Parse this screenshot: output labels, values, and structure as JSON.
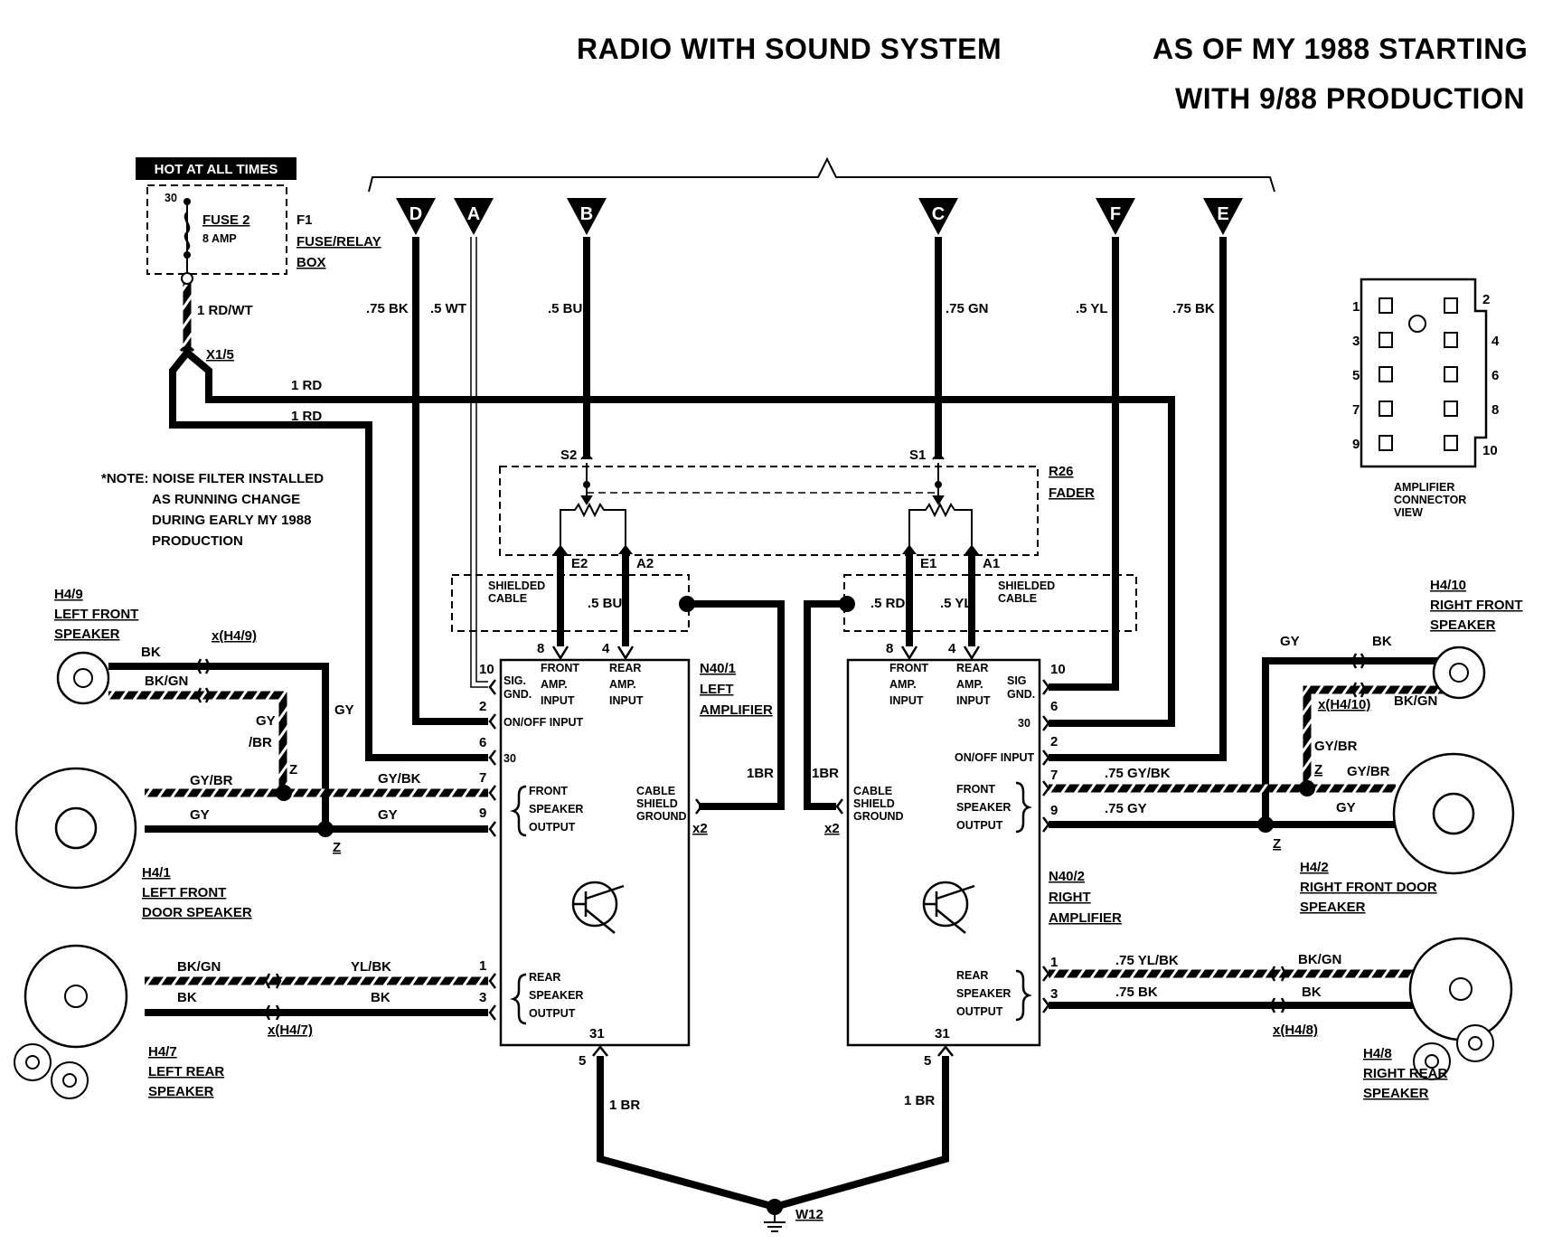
{
  "header": {
    "title": "RADIO WITH SOUND SYSTEM",
    "applicability_line1": "AS OF MY 1988 STARTING",
    "applicability_line2": "WITH 9/88 PRODUCTION"
  },
  "power": {
    "hot_banner": "HOT AT ALL TIMES",
    "terminal": "30",
    "fuse_name": "FUSE 2",
    "fuse_rating": "8 AMP",
    "box_id": "F1",
    "box_line1": "FUSE/RELAY",
    "box_line2": "BOX",
    "feed_wire": "1 RD/WT",
    "connector": "X1/5",
    "branch_wire_top": "1 RD",
    "branch_wire_bottom": "1 RD"
  },
  "note": {
    "line1": "*NOTE: NOISE FILTER INSTALLED",
    "line2": "AS RUNNING CHANGE",
    "line3": "DURING EARLY MY 1988",
    "line4": "PRODUCTION"
  },
  "radio_connectors": [
    {
      "letter": "D",
      "wire": ".75 BK"
    },
    {
      "letter": "A",
      "wire": ".5 WT"
    },
    {
      "letter": "B",
      "wire": ".5 BU"
    },
    {
      "letter": "C",
      "wire": ".75 GN"
    },
    {
      "letter": "F",
      "wire": ".5 YL"
    },
    {
      "letter": "E",
      "wire": ".75 BK"
    }
  ],
  "fader": {
    "id": "R26",
    "name": "FADER",
    "s2": "S2",
    "s1": "S1",
    "e2": "E2",
    "a2": "A2",
    "e1": "E1",
    "a1": "A1",
    "shield_label_l1": "SHIELDED",
    "shield_label_l2": "CABLE",
    "left_wire": ".5 BU",
    "right_wire_1": ".5 RD",
    "right_wire_2": ".5 YL"
  },
  "left_amp": {
    "id": "N40/1",
    "name_l1": "LEFT",
    "name_l2": "AMPLIFIER",
    "pin_front_in": "8",
    "pin_rear_in": "4",
    "front_in_l1": "FRONT",
    "front_in_l2": "AMP.",
    "front_in_l3": "INPUT",
    "rear_in_l1": "REAR",
    "rear_in_l2": "AMP.",
    "rear_in_l3": "INPUT",
    "pin10": "10",
    "sig_gnd_l1": "SIG.",
    "sig_gnd_l2": "GND.",
    "pin2": "2",
    "onoff": "ON/OFF INPUT",
    "pin6": "6",
    "pin30": "30",
    "pin7": "7",
    "pin9": "9",
    "front_out_l1": "FRONT",
    "front_out_l2": "SPEAKER",
    "front_out_l3": "OUTPUT",
    "cable_l1": "CABLE",
    "cable_l2": "SHIELD",
    "cable_l3": "GROUND",
    "shield_wire": "1BR",
    "x2": "x2",
    "pin1": "1",
    "pin3": "3",
    "rear_out_l1": "REAR",
    "rear_out_l2": "SPEAKER",
    "rear_out_l3": "OUTPUT",
    "pin31": "31",
    "pin5": "5",
    "ground_wire": "1 BR"
  },
  "right_amp": {
    "id": "N40/2",
    "name_l1": "RIGHT",
    "name_l2": "AMPLIFIER",
    "pin_front_in": "8",
    "pin_rear_in": "4",
    "front_in_l1": "FRONT",
    "front_in_l2": "AMP.",
    "front_in_l3": "INPUT",
    "rear_in_l1": "REAR",
    "rear_in_l2": "AMP.",
    "rear_in_l3": "INPUT",
    "pin10": "10",
    "sig_gnd_l1": "SIG",
    "sig_gnd_l2": "GND.",
    "pin6": "6",
    "pin30": "30",
    "pin2": "2",
    "onoff": "ON/OFF INPUT",
    "pin7": "7",
    "pin9": "9",
    "front_out_l1": "FRONT",
    "front_out_l2": "SPEAKER",
    "front_out_l3": "OUTPUT",
    "cable_l1": "CABLE",
    "cable_l2": "SHIELD",
    "cable_l3": "GROUND",
    "shield_wire": "1BR",
    "x2": "x2",
    "pin1": "1",
    "pin3": "3",
    "rear_out_l1": "REAR",
    "rear_out_l2": "SPEAKER",
    "rear_out_l3": "OUTPUT",
    "pin31": "31",
    "pin5": "5",
    "ground_wire": "1 BR",
    "wire7": ".75 GY/BK",
    "wire9": ".75 GY",
    "wire1": ".75 YL/BK",
    "wire3": ".75 BK"
  },
  "ground": {
    "id": "W12"
  },
  "speakers": {
    "left_front": {
      "id": "H4/9",
      "name_l1": "LEFT FRONT",
      "name_l2": "SPEAKER",
      "conn": "x(H4/9)",
      "w1": "BK",
      "w2": "BK/GN",
      "gy": "GY",
      "gybr_l1": "GY",
      "gybr_l2": "/BR",
      "z": "Z"
    },
    "left_door": {
      "id": "H4/1",
      "name_l1": "LEFT FRONT",
      "name_l2": "DOOR SPEAKER",
      "w1": "GY/BR",
      "w2": "GY",
      "w3": "GY/BK",
      "w4": "GY",
      "z": "Z"
    },
    "left_rear": {
      "id": "H4/7",
      "name_l1": "LEFT REAR",
      "name_l2": "SPEAKER",
      "conn": "x(H4/7)",
      "w1": "BK/GN",
      "w2": "BK",
      "w3": "YL/BK",
      "w4": "BK"
    },
    "right_front": {
      "id": "H4/10",
      "name_l1": "RIGHT FRONT",
      "name_l2": "SPEAKER",
      "conn": "x(H4/10)",
      "w1": "BK",
      "w2": "BK/GN",
      "gy": "GY",
      "gybr": "GY/BR",
      "z": "Z"
    },
    "right_door": {
      "id": "H4/2",
      "name_l1": "RIGHT FRONT DOOR",
      "name_l2": "SPEAKER",
      "w1": "GY/BR",
      "w2": "GY",
      "z": "Z"
    },
    "right_rear": {
      "id": "H4/8",
      "name_l1": "RIGHT REAR",
      "name_l2": "SPEAKER",
      "conn": "x(H4/8)",
      "w1": "BK/GN",
      "w2": "BK"
    }
  },
  "amp_connector_view": {
    "pins_left": [
      "1",
      "3",
      "5",
      "7",
      "9"
    ],
    "pins_right": [
      "2",
      "4",
      "6",
      "8",
      "10"
    ],
    "caption_l1": "AMPLIFIER",
    "caption_l2": "CONNECTOR",
    "caption_l3": "VIEW"
  }
}
